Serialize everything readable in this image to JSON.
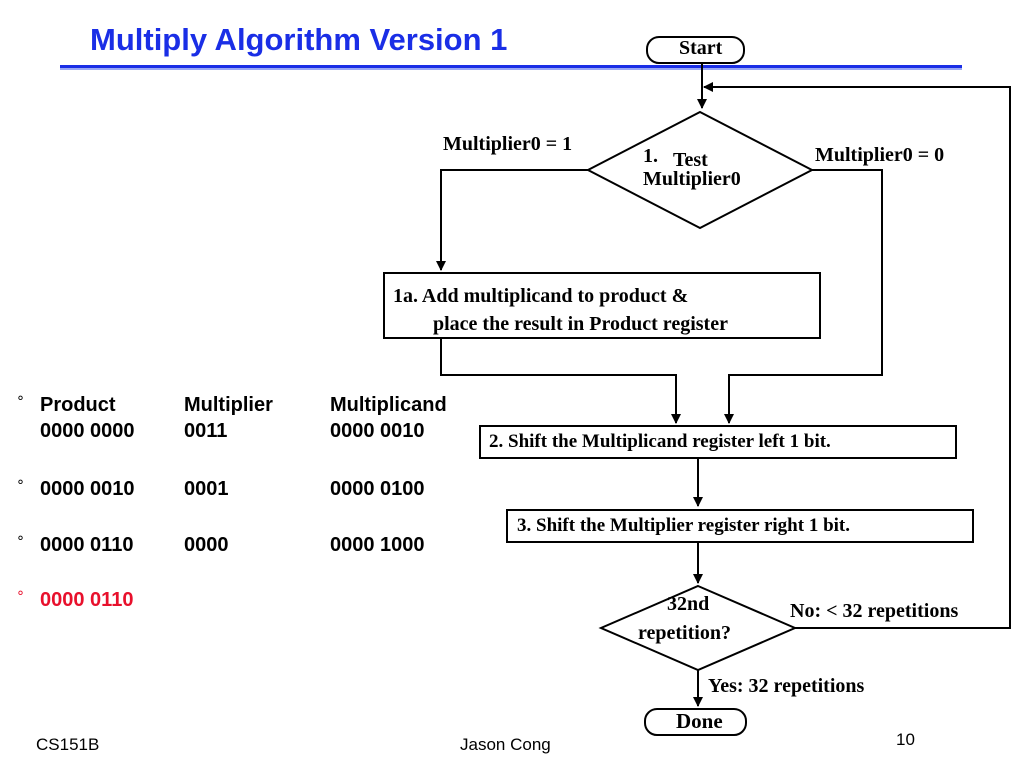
{
  "slide": {
    "title": "Multiply Algorithm Version 1",
    "accent_color": "#1a2ee6",
    "highlight_color": "#e8102c"
  },
  "flowchart": {
    "start": "Start",
    "test_number": "1.",
    "test_word": "Test",
    "test_subject": "Multiplier0",
    "branch_one": "Multiplier0 = 1",
    "branch_zero": "Multiplier0 = 0",
    "step_1a_line1": "1a. Add multiplicand to product &",
    "step_1a_line2": "place the result in Product register",
    "step_2": "2. Shift the Multiplicand register left 1 bit.",
    "step_3": "3. Shift the Multiplier register right 1 bit.",
    "decision_line1": "32nd",
    "decision_line2": "repetition?",
    "no_branch": "No: < 32 repetitions",
    "yes_branch": "Yes: 32 repetitions",
    "done": "Done"
  },
  "trace": {
    "bullet": "°",
    "headers": [
      "Product",
      "Multiplier",
      "Multiplicand"
    ],
    "initial": [
      "0000 0000",
      "0011",
      "0000 0010"
    ],
    "rows": [
      [
        "0000 0010",
        "0001",
        "0000 0100"
      ],
      [
        "0000 0110",
        "0000",
        "0000 1000"
      ]
    ],
    "final": "0000 0110"
  },
  "footer": {
    "course": "CS151B",
    "author": "Jason Cong",
    "page": "10"
  }
}
